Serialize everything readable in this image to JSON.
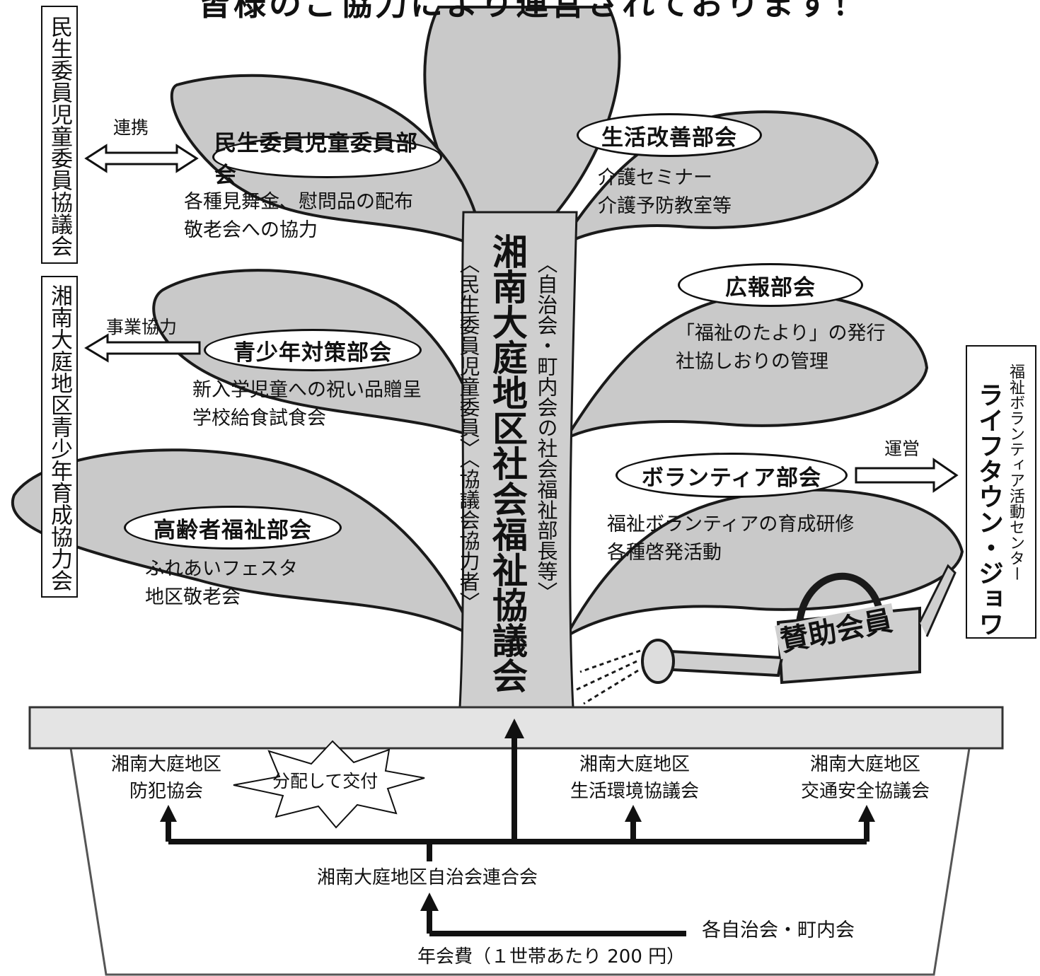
{
  "header": {
    "title": "皆様のご協力により運営されております！"
  },
  "council": {
    "name": "湘南大庭地区社会福祉協議会",
    "members_right": "〈自治会・町内会の社会福祉部長等〉",
    "members_left": "〈民生委員児童委員〉〈協議会協力者〉"
  },
  "external": {
    "minsei_council": "民生委員児童委員協議会",
    "youth_council": "湘南大庭地区青少年育成協力会",
    "volunteer_center_sub": "福祉ボランティア活動センター",
    "volunteer_center_name": "ライフタウン・ジョワ"
  },
  "links": {
    "renkei": "連携",
    "jigyo_kyoryoku": "事業協力",
    "unei": "運営"
  },
  "committees": [
    {
      "name": "民生委員児童委員部会",
      "activities": [
        "各種見舞金、慰問品の配布",
        "敬老会への協力"
      ]
    },
    {
      "name": "生活改善部会",
      "activities": [
        "介護セミナー",
        "介護予防教室等"
      ]
    },
    {
      "name": "広報部会",
      "activities": [
        "「福祉のたより」の発行",
        "社協しおりの管理"
      ]
    },
    {
      "name": "青少年対策部会",
      "activities": [
        "新入学児童への祝い品贈呈",
        "学校給食試食会"
      ]
    },
    {
      "name": "ボランティア部会",
      "activities": [
        "福祉ボランティアの育成研修",
        "各種啓発活動"
      ]
    },
    {
      "name": "高齢者福祉部会",
      "activities": [
        "ふれあいフェスタ",
        "地区敬老会"
      ]
    }
  ],
  "watering_can": "賛助会員",
  "pot": {
    "crime": [
      "湘南大庭地区",
      "防犯協会"
    ],
    "distribute": "分配して交付",
    "environment": [
      "湘南大庭地区",
      "生活環境協議会"
    ],
    "traffic": [
      "湘南大庭地区",
      "交通安全協議会"
    ],
    "federation": "湘南大庭地区自治会連合会",
    "local_assoc": "各自治会・町内会",
    "fee": "年会費（１世帯あたり 200 円）"
  }
}
